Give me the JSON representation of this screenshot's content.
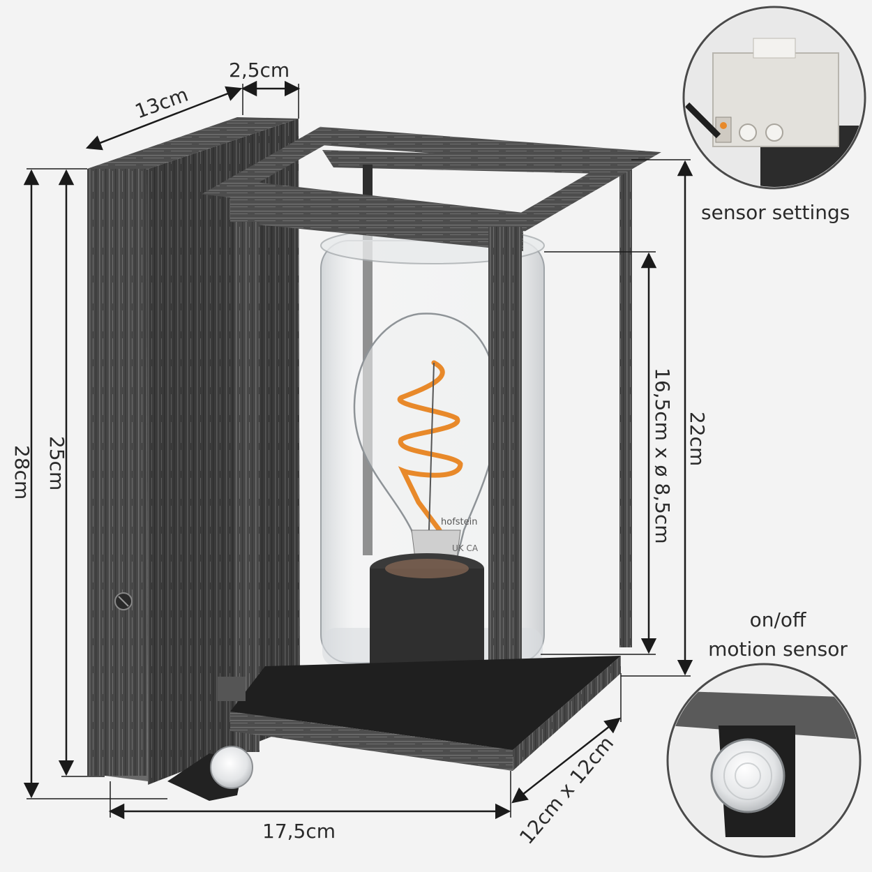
{
  "dimensions": {
    "depth": "13cm",
    "backplate_thickness": "2,5cm",
    "total_height": "28cm",
    "backplate_height": "25cm",
    "total_depth": "17,5cm",
    "frame_footprint": "12cm x 12cm",
    "frame_height": "22cm",
    "glass_size": "16,5cm x ø 8,5cm"
  },
  "insets": {
    "sensor_settings": "sensor settings",
    "motion_sensor_line1": "on/off",
    "motion_sensor_line2": "motion sensor"
  },
  "bulb_print": {
    "brand": "hofstein",
    "mark": "UK CA"
  },
  "colors": {
    "background": "#f3f3f3",
    "metal": "#4a4a4a",
    "metal_highlight": "#9a9a9a",
    "filament": "#e8892a",
    "dimension_line": "#1a1a1a"
  }
}
